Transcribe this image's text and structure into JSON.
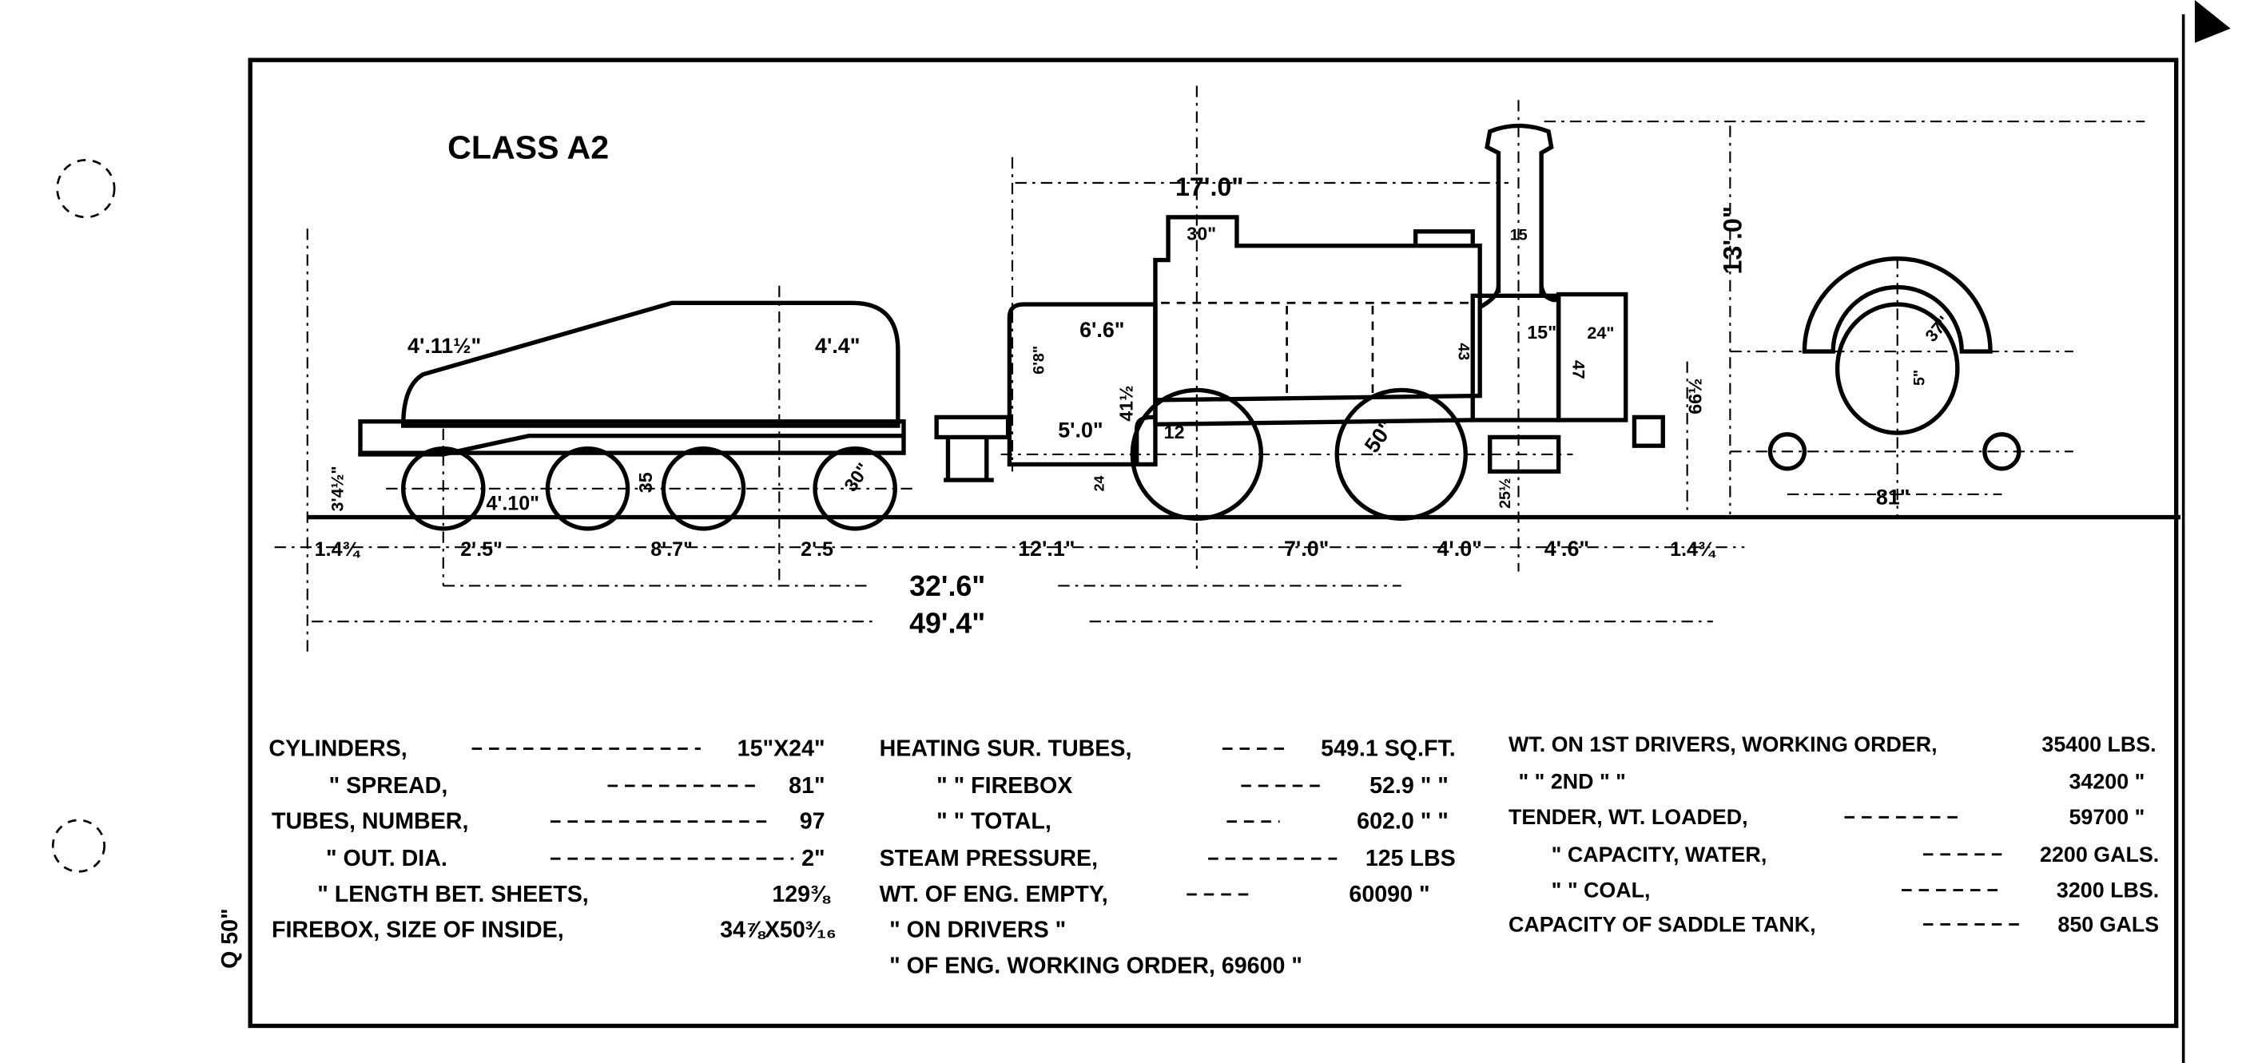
{
  "title": "CLASS A2",
  "sheet_mark": "Q 50\"",
  "dimensions": {
    "tender_front_slope": "4'.11½\"",
    "tender_rear": "4'.4\"",
    "tender_wheel_base_inner": "4'.10\"",
    "tender_frame_height": "35",
    "tender_wheel_dia": "30\"",
    "tender_buffer_height": "3'4½\"",
    "overall_height_cab": "17'.0\"",
    "dome_width": "30\"",
    "rear_tank_width": "6'.6\"",
    "rear_tank_height": "6'8\"",
    "cab_lower": "41½",
    "rear_overhang": "5'.0\"",
    "cylinder_offset": "12",
    "buffer_low": "24",
    "chimney": "15",
    "boiler_centre": "43",
    "smokebox_width": "15\"",
    "front_tank": "24\"",
    "front_tank_height": "47",
    "driver_dia": "50\"",
    "cyl_height": "25½",
    "front_height": "66½",
    "total_height": "13'.0\"",
    "front_view_radius": "37\"",
    "front_view_inner": "5\"",
    "cylinder_spread": "81\"",
    "row": [
      "1.4¾",
      "2'.5\"",
      "8'.7\"",
      "2'.5",
      "12'.1\"",
      "7'.0\"",
      "4'.0\"",
      "4'.6\"",
      "1.4¾"
    ],
    "tender_total": "32'.6\"",
    "overall_length": "49'.4\""
  },
  "specs": {
    "col1": [
      {
        "label": "CYLINDERS,",
        "value": "15\"X24\""
      },
      {
        "label": "\"        SPREAD,",
        "value": "81\""
      },
      {
        "label": "TUBES, NUMBER,",
        "value": "97"
      },
      {
        "label": "\"     OUT. DIA.",
        "value": "2\""
      },
      {
        "label": "\"    LENGTH BET. SHEETS,",
        "value": "129⅜"
      },
      {
        "label": "FIREBOX, SIZE OF INSIDE,",
        "value": "34⅞X50³⁄₁₆"
      }
    ],
    "col2": [
      {
        "label": "HEATING SUR. TUBES,",
        "value": "549.1 SQ.FT."
      },
      {
        "label": "\"          \"  FIREBOX",
        "value": "52.9 \"  \""
      },
      {
        "label": "\"          \"  TOTAL,",
        "value": "602.0 \"  \""
      },
      {
        "label": "STEAM PRESSURE,",
        "value": "125 LBS"
      },
      {
        "label": "WT. OF ENG. EMPTY,",
        "value": "60090  \""
      },
      {
        "label": "\" ON DRIVERS \"",
        "value": ""
      },
      {
        "label": "\" OF ENG. WORKING ORDER, 69600 \"",
        "value": ""
      }
    ],
    "col3": [
      {
        "label": "WT. ON 1ST DRIVERS, WORKING ORDER,",
        "value": "35400 LBS."
      },
      {
        "label": "\" \" 2ND     \"          \"",
        "value": "34200 \""
      },
      {
        "label": "TENDER, WT. LOADED,",
        "value": "59700 \""
      },
      {
        "label": "\"      CAPACITY, WATER,",
        "value": "2200 GALS."
      },
      {
        "label": "\"      \"          COAL,",
        "value": "3200 LBS."
      },
      {
        "label": "CAPACITY OF SADDLE TANK,",
        "value": "850 GALS"
      }
    ]
  }
}
